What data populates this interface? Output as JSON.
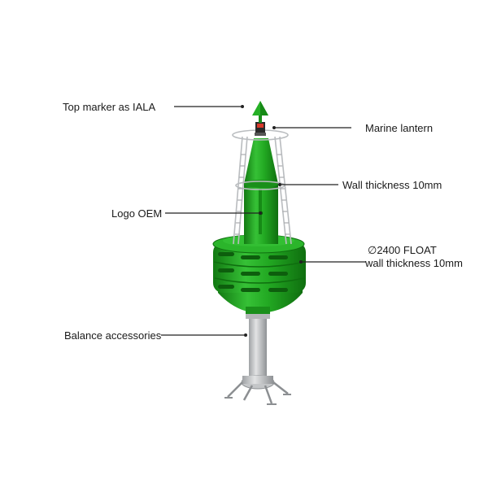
{
  "labels": {
    "top_marker": "Top marker as IALA",
    "marine_lantern": "Marine lantern",
    "wall_thickness": "Wall thickness 10mm",
    "logo": "Logo OEM",
    "float_size": "∅2400 FLOAT",
    "float_wall": "wall thickness 10mm",
    "balance": "Balance accessories"
  },
  "colors": {
    "body": "#1fa51f",
    "body_light": "#36c136",
    "body_dark": "#127a12",
    "frame": "#b9bcbf",
    "steel": "#c9cbcd",
    "leader": "#222222"
  },
  "icons": {
    "buoy": "navigation-buoy-illustration"
  }
}
